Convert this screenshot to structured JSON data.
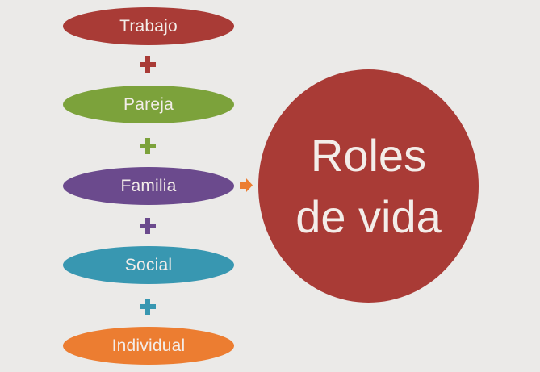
{
  "diagram": {
    "type": "flow-sum",
    "background": "#ebeae8",
    "text_color": "#f3ede9",
    "roles": [
      {
        "label": "Trabajo",
        "color": "#a93b36"
      },
      {
        "label": "Pareja",
        "color": "#7ca23b"
      },
      {
        "label": "Familia",
        "color": "#6b4a8d"
      },
      {
        "label": "Social",
        "color": "#3897b1"
      },
      {
        "label": "Individual",
        "color": "#ec7d31"
      }
    ],
    "operators": [
      {
        "symbol": "+",
        "color": "#a93b36"
      },
      {
        "symbol": "+",
        "color": "#7ca23b"
      },
      {
        "symbol": "+",
        "color": "#6b4a8d"
      },
      {
        "symbol": "+",
        "color": "#3897b1"
      }
    ],
    "arrow": {
      "symbol": "➔",
      "color": "#ec7d31"
    },
    "result": {
      "line1": "Roles",
      "line2": "de vida",
      "color": "#a93b36"
    }
  }
}
